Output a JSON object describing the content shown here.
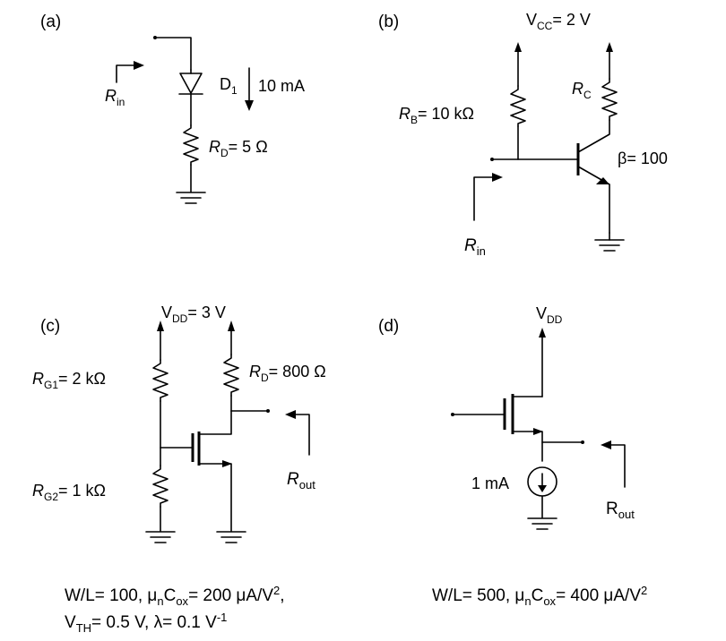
{
  "panels": {
    "a": {
      "tag": "(a)",
      "diode_name": "D",
      "diode_sub": "1",
      "current": "10 mA",
      "rd_main": "R",
      "rd_sub": "D",
      "rd_value": "= 5 Ω",
      "rin_main": "R",
      "rin_sub": "in"
    },
    "b": {
      "tag": "(b)",
      "vcc_main": "V",
      "vcc_sub": "CC",
      "vcc_value": "= 2 V",
      "rb_main": "R",
      "rb_sub": "B",
      "rb_value": "= 10 kΩ",
      "rc_main": "R",
      "rc_sub": "C",
      "beta": "β= 100",
      "rin_main": "R",
      "rin_sub": "in"
    },
    "c": {
      "tag": "(c)",
      "vdd_main": "V",
      "vdd_sub": "DD",
      "vdd_value": "= 3 V",
      "rg1_main": "R",
      "rg1_sub": "G1",
      "rg1_value": "= 2 kΩ",
      "rd_main": "R",
      "rd_sub": "D",
      "rd_value": "= 800 Ω",
      "rg2_main": "R",
      "rg2_sub": "G2",
      "rg2_value": "= 1 kΩ",
      "rout_main": "R",
      "rout_sub": "out",
      "params_line1": {
        "p1": "W/L= 100, μ",
        "s1": "n",
        "p2": "C",
        "s2": "ox",
        "p3": "= 200 μA/V",
        "sup": "2",
        "p4": ","
      },
      "params_line2": {
        "p1": "V",
        "s1": "TH",
        "p2": "= 0.5 V, λ= 0.1 V",
        "sup": "-1"
      }
    },
    "d": {
      "tag": "(d)",
      "vdd_main": "V",
      "vdd_sub": "DD",
      "source": "1 mA",
      "rout_main": "R",
      "rout_sub": "out",
      "params": {
        "p1": "W/L= 500, μ",
        "s1": "n",
        "p2": "C",
        "s2": "ox",
        "p3": "= 400 μA/V",
        "sup": "2"
      }
    }
  }
}
